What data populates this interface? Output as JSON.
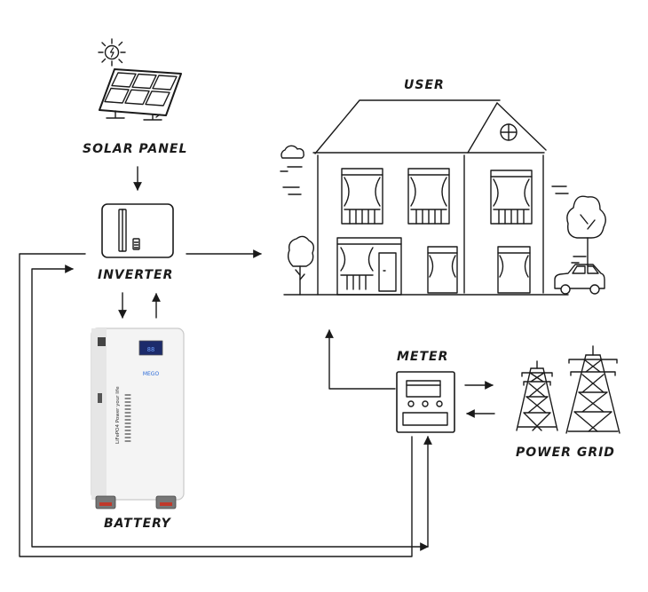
{
  "labels": {
    "solar_panel": "SOLAR PANEL",
    "inverter": "INVERTER",
    "battery": "BATTERY",
    "user": "USER",
    "meter": "METER",
    "power_grid": "POWER GRID"
  },
  "battery_device": {
    "brand": "MEGO",
    "side_text": "LiFePO4   Power your life"
  },
  "colors": {
    "line": "#1a1a1a",
    "battery_body": "#f4f4f4",
    "display": "#1c2b6b"
  }
}
